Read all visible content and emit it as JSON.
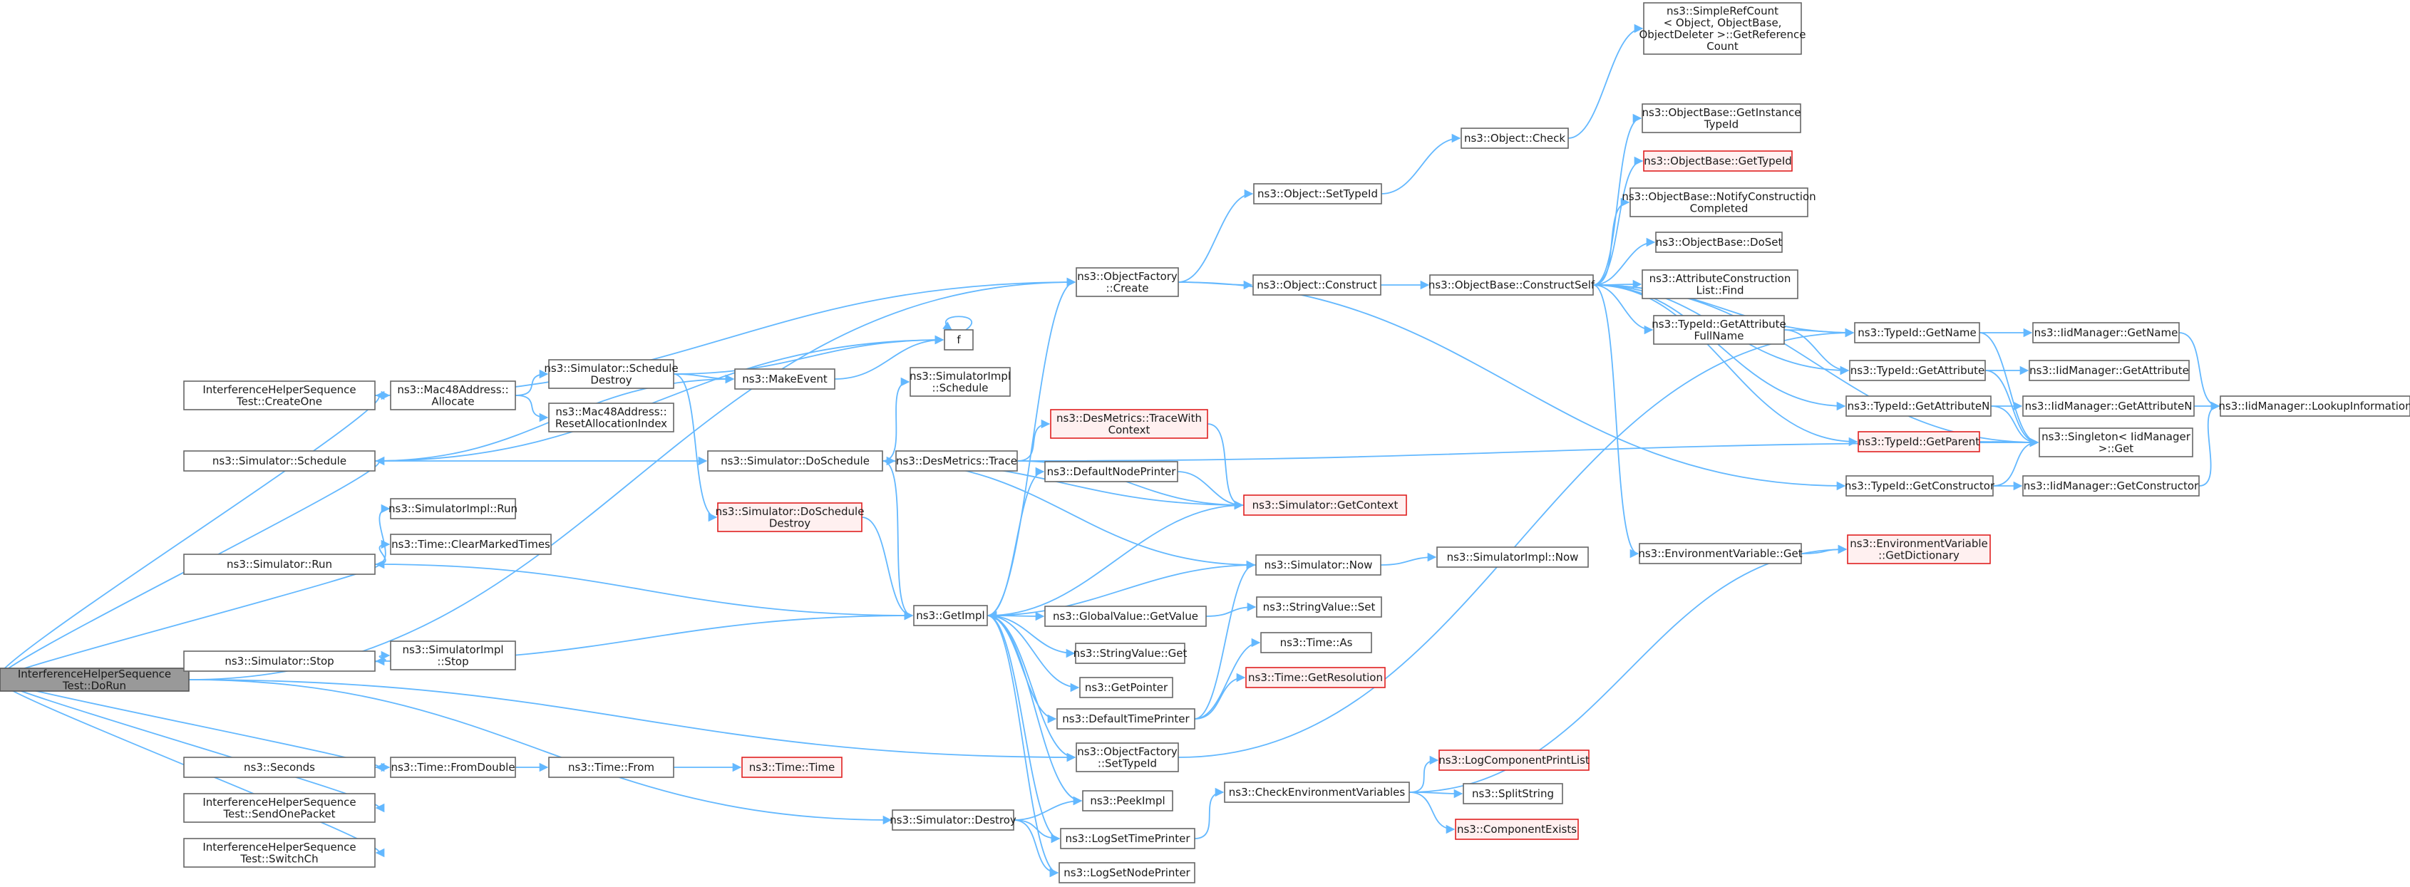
{
  "nodes": [
    {
      "id": "root",
      "lines": [
        "InterferenceHelperSequence",
        "Test::DoRun"
      ],
      "style": "root"
    },
    {
      "id": "createone",
      "lines": [
        "InterferenceHelperSequence",
        "Test::CreateOne"
      ]
    },
    {
      "id": "sim_schedule",
      "lines": [
        "ns3::Simulator::Schedule"
      ]
    },
    {
      "id": "sim_run",
      "lines": [
        "ns3::Simulator::Run"
      ]
    },
    {
      "id": "sim_stop",
      "lines": [
        "ns3::Simulator::Stop"
      ]
    },
    {
      "id": "seconds",
      "lines": [
        "ns3::Seconds"
      ]
    },
    {
      "id": "sendone",
      "lines": [
        "InterferenceHelperSequence",
        "Test::SendOnePacket"
      ]
    },
    {
      "id": "switchch",
      "lines": [
        "InterferenceHelperSequence",
        "Test::SwitchCh"
      ]
    },
    {
      "id": "mac_alloc",
      "lines": [
        "ns3::Mac48Address::",
        "Allocate"
      ]
    },
    {
      "id": "simimpl_run",
      "lines": [
        "ns3::SimulatorImpl::Run"
      ]
    },
    {
      "id": "clearmarked",
      "lines": [
        "ns3::Time::ClearMarkedTimes"
      ]
    },
    {
      "id": "simimpl_stop",
      "lines": [
        "ns3::SimulatorImpl",
        "::Stop"
      ]
    },
    {
      "id": "fromdouble",
      "lines": [
        "ns3::Time::FromDouble"
      ]
    },
    {
      "id": "sched_destroy",
      "lines": [
        "ns3::Simulator::Schedule",
        "Destroy"
      ]
    },
    {
      "id": "mac_reset",
      "lines": [
        "ns3::Mac48Address::",
        "ResetAllocationIndex"
      ]
    },
    {
      "id": "time_from",
      "lines": [
        "ns3::Time::From"
      ]
    },
    {
      "id": "makeevent",
      "lines": [
        "ns3::MakeEvent"
      ]
    },
    {
      "id": "doschedule",
      "lines": [
        "ns3::Simulator::DoSchedule"
      ]
    },
    {
      "id": "doschedule_destroy",
      "lines": [
        "ns3::Simulator::DoSchedule",
        "Destroy"
      ],
      "style": "red"
    },
    {
      "id": "getimpl",
      "lines": [
        "ns3::GetImpl"
      ]
    },
    {
      "id": "time_time",
      "lines": [
        "ns3::Time::Time"
      ],
      "style": "red"
    },
    {
      "id": "sim_destroy",
      "lines": [
        "ns3::Simulator::Destroy"
      ]
    },
    {
      "id": "f",
      "lines": [
        "f"
      ]
    },
    {
      "id": "simimpl_schedule",
      "lines": [
        "ns3::SimulatorImpl",
        "::Schedule"
      ]
    },
    {
      "id": "desmetrics_trace",
      "lines": [
        "ns3::DesMetrics::Trace"
      ]
    },
    {
      "id": "objfactory_create",
      "lines": [
        "ns3::ObjectFactory",
        "::Create"
      ]
    },
    {
      "id": "tracewithcontext",
      "lines": [
        "ns3::DesMetrics::TraceWith",
        "Context"
      ],
      "style": "red"
    },
    {
      "id": "defaultnodeprinter",
      "lines": [
        "ns3::DefaultNodePrinter"
      ]
    },
    {
      "id": "getcontext",
      "lines": [
        "ns3::Simulator::GetContext"
      ],
      "style": "red"
    },
    {
      "id": "globalvalue_get",
      "lines": [
        "ns3::GlobalValue::GetValue"
      ]
    },
    {
      "id": "stringvalue_get",
      "lines": [
        "ns3::StringValue::Get"
      ]
    },
    {
      "id": "getpointer",
      "lines": [
        "ns3::GetPointer"
      ]
    },
    {
      "id": "defaulttimeprinter",
      "lines": [
        "ns3::DefaultTimePrinter"
      ]
    },
    {
      "id": "objfactory_settypeid",
      "lines": [
        "ns3::ObjectFactory",
        "::SetTypeId"
      ]
    },
    {
      "id": "peekimpl",
      "lines": [
        "ns3::PeekImpl"
      ]
    },
    {
      "id": "logsettimeprinter",
      "lines": [
        "ns3::LogSetTimePrinter"
      ]
    },
    {
      "id": "logsetnodeprinter",
      "lines": [
        "ns3::LogSetNodePrinter"
      ]
    },
    {
      "id": "object_settypeid",
      "lines": [
        "ns3::Object::SetTypeId"
      ]
    },
    {
      "id": "object_construct",
      "lines": [
        "ns3::Object::Construct"
      ]
    },
    {
      "id": "sim_now",
      "lines": [
        "ns3::Simulator::Now"
      ]
    },
    {
      "id": "stringvalue_set",
      "lines": [
        "ns3::StringValue::Set"
      ]
    },
    {
      "id": "time_as",
      "lines": [
        "ns3::Time::As"
      ]
    },
    {
      "id": "time_getres",
      "lines": [
        "ns3::Time::GetResolution"
      ],
      "style": "red"
    },
    {
      "id": "checkenv",
      "lines": [
        "ns3::CheckEnvironmentVariables"
      ]
    },
    {
      "id": "object_check",
      "lines": [
        "ns3::Object::Check"
      ]
    },
    {
      "id": "constructself",
      "lines": [
        "ns3::ObjectBase::ConstructSelf"
      ]
    },
    {
      "id": "simimpl_now",
      "lines": [
        "ns3::SimulatorImpl::Now"
      ]
    },
    {
      "id": "logcompprint",
      "lines": [
        "ns3::LogComponentPrintList"
      ],
      "style": "red"
    },
    {
      "id": "splitstring",
      "lines": [
        "ns3::SplitString"
      ]
    },
    {
      "id": "compexists",
      "lines": [
        "ns3::ComponentExists"
      ],
      "style": "red"
    },
    {
      "id": "simplerefcount",
      "lines": [
        "ns3::SimpleRefCount",
        "< Object, ObjectBase,",
        "ObjectDeleter >::GetReference",
        "Count"
      ]
    },
    {
      "id": "getinstancetypeid",
      "lines": [
        "ns3::ObjectBase::GetInstance",
        "TypeId"
      ]
    },
    {
      "id": "objbase_gettypeid",
      "lines": [
        "ns3::ObjectBase::GetTypeId"
      ],
      "style": "red"
    },
    {
      "id": "notifyconstruction",
      "lines": [
        "ns3::ObjectBase::NotifyConstruction",
        "Completed"
      ]
    },
    {
      "id": "objbase_doset",
      "lines": [
        "ns3::ObjectBase::DoSet"
      ]
    },
    {
      "id": "attrconstruction_find",
      "lines": [
        "ns3::AttributeConstruction",
        "List::Find"
      ]
    },
    {
      "id": "getattrfullname",
      "lines": [
        "ns3::TypeId::GetAttribute",
        "FullName"
      ]
    },
    {
      "id": "envvar_get",
      "lines": [
        "ns3::EnvironmentVariable::Get"
      ]
    },
    {
      "id": "typeid_getname",
      "lines": [
        "ns3::TypeId::GetName"
      ]
    },
    {
      "id": "typeid_getattribute",
      "lines": [
        "ns3::TypeId::GetAttribute"
      ]
    },
    {
      "id": "typeid_getattributen",
      "lines": [
        "ns3::TypeId::GetAttributeN"
      ]
    },
    {
      "id": "typeid_getparent",
      "lines": [
        "ns3::TypeId::GetParent"
      ],
      "style": "red"
    },
    {
      "id": "typeid_getconstructor",
      "lines": [
        "ns3::TypeId::GetConstructor"
      ]
    },
    {
      "id": "envvar_getdict",
      "lines": [
        "ns3::EnvironmentVariable",
        "::GetDictionary"
      ],
      "style": "red"
    },
    {
      "id": "iid_getname",
      "lines": [
        "ns3::IidManager::GetName"
      ]
    },
    {
      "id": "iid_getattribute",
      "lines": [
        "ns3::IidManager::GetAttribute"
      ]
    },
    {
      "id": "iid_getattributen",
      "lines": [
        "ns3::IidManager::GetAttributeN"
      ]
    },
    {
      "id": "singleton_get",
      "lines": [
        "ns3::Singleton< IidManager",
        ">::Get"
      ]
    },
    {
      "id": "iid_getconstructor",
      "lines": [
        "ns3::IidManager::GetConstructor"
      ]
    },
    {
      "id": "iid_lookup",
      "lines": [
        "ns3::IidManager::LookupInformation"
      ]
    }
  ],
  "edges": [
    [
      "root",
      "createone"
    ],
    [
      "root",
      "sim_schedule"
    ],
    [
      "root",
      "sim_run"
    ],
    [
      "root",
      "sim_stop"
    ],
    [
      "root",
      "seconds"
    ],
    [
      "root",
      "sendone"
    ],
    [
      "root",
      "switchch"
    ],
    [
      "root",
      "objfactory_create"
    ],
    [
      "root",
      "objfactory_settypeid"
    ],
    [
      "root",
      "sim_destroy"
    ],
    [
      "createone",
      "mac_alloc"
    ],
    [
      "createone",
      "objfactory_create"
    ],
    [
      "mac_alloc",
      "sched_destroy"
    ],
    [
      "mac_alloc",
      "mac_reset"
    ],
    [
      "sched_destroy",
      "makeevent"
    ],
    [
      "sched_destroy",
      "f"
    ],
    [
      "sched_destroy",
      "doschedule_destroy"
    ],
    [
      "sim_schedule",
      "makeevent"
    ],
    [
      "sim_schedule",
      "f"
    ],
    [
      "sim_schedule",
      "doschedule"
    ],
    [
      "makeevent",
      "f"
    ],
    [
      "f",
      "f"
    ],
    [
      "sim_run",
      "simimpl_run"
    ],
    [
      "sim_run",
      "clearmarked"
    ],
    [
      "sim_run",
      "getimpl"
    ],
    [
      "sim_stop",
      "simimpl_stop"
    ],
    [
      "sim_stop",
      "getimpl"
    ],
    [
      "seconds",
      "fromdouble"
    ],
    [
      "fromdouble",
      "time_from"
    ],
    [
      "time_from",
      "time_time"
    ],
    [
      "doschedule",
      "simimpl_schedule"
    ],
    [
      "doschedule",
      "desmetrics_trace"
    ],
    [
      "doschedule",
      "getimpl"
    ],
    [
      "doschedule",
      "sim_now"
    ],
    [
      "doschedule",
      "getcontext"
    ],
    [
      "doschedule_destroy",
      "getimpl"
    ],
    [
      "desmetrics_trace",
      "tracewithcontext"
    ],
    [
      "desmetrics_trace",
      "getcontext"
    ],
    [
      "desmetrics_trace",
      "singleton_get"
    ],
    [
      "tracewithcontext",
      "getcontext"
    ],
    [
      "defaultnodeprinter",
      "getcontext"
    ],
    [
      "getcontext",
      "getimpl"
    ],
    [
      "getimpl",
      "objfactory_create"
    ],
    [
      "getimpl",
      "defaultnodeprinter"
    ],
    [
      "getimpl",
      "globalvalue_get"
    ],
    [
      "getimpl",
      "stringvalue_get"
    ],
    [
      "getimpl",
      "getpointer"
    ],
    [
      "getimpl",
      "defaulttimeprinter"
    ],
    [
      "getimpl",
      "objfactory_settypeid"
    ],
    [
      "getimpl",
      "peekimpl"
    ],
    [
      "getimpl",
      "logsettimeprinter"
    ],
    [
      "getimpl",
      "logsetnodeprinter"
    ],
    [
      "globalvalue_get",
      "stringvalue_set"
    ],
    [
      "sim_now",
      "simimpl_now"
    ],
    [
      "sim_now",
      "getimpl"
    ],
    [
      "defaulttimeprinter",
      "sim_now"
    ],
    [
      "defaulttimeprinter",
      "time_as"
    ],
    [
      "defaulttimeprinter",
      "time_getres"
    ],
    [
      "sim_destroy",
      "peekimpl"
    ],
    [
      "sim_destroy",
      "logsettimeprinter"
    ],
    [
      "sim_destroy",
      "logsetnodeprinter"
    ],
    [
      "logsettimeprinter",
      "checkenv"
    ],
    [
      "checkenv",
      "logcompprint"
    ],
    [
      "checkenv",
      "splitstring"
    ],
    [
      "checkenv",
      "compexists"
    ],
    [
      "checkenv",
      "envvar_getdict"
    ],
    [
      "objfactory_create",
      "object_settypeid"
    ],
    [
      "objfactory_create",
      "object_construct"
    ],
    [
      "objfactory_create",
      "typeid_getconstructor"
    ],
    [
      "object_settypeid",
      "object_check"
    ],
    [
      "object_check",
      "simplerefcount"
    ],
    [
      "object_construct",
      "constructself"
    ],
    [
      "constructself",
      "getinstancetypeid"
    ],
    [
      "constructself",
      "objbase_gettypeid"
    ],
    [
      "constructself",
      "notifyconstruction"
    ],
    [
      "constructself",
      "objbase_doset"
    ],
    [
      "constructself",
      "attrconstruction_find"
    ],
    [
      "constructself",
      "getattrfullname"
    ],
    [
      "constructself",
      "typeid_getname"
    ],
    [
      "constructself",
      "typeid_getattribute"
    ],
    [
      "constructself",
      "typeid_getattributen"
    ],
    [
      "constructself",
      "typeid_getparent"
    ],
    [
      "constructself",
      "envvar_get"
    ],
    [
      "constructself",
      "singleton_get"
    ],
    [
      "getattrfullname",
      "typeid_getname"
    ],
    [
      "getattrfullname",
      "typeid_getattribute"
    ],
    [
      "objfactory_settypeid",
      "typeid_getname"
    ],
    [
      "envvar_get",
      "envvar_getdict"
    ],
    [
      "typeid_getname",
      "iid_getname"
    ],
    [
      "typeid_getname",
      "singleton_get"
    ],
    [
      "typeid_getattribute",
      "iid_getattribute"
    ],
    [
      "typeid_getattribute",
      "singleton_get"
    ],
    [
      "typeid_getattributen",
      "iid_getattributen"
    ],
    [
      "typeid_getattributen",
      "singleton_get"
    ],
    [
      "typeid_getparent",
      "singleton_get"
    ],
    [
      "typeid_getconstructor",
      "iid_getconstructor"
    ],
    [
      "typeid_getconstructor",
      "singleton_get"
    ],
    [
      "iid_getname",
      "iid_lookup"
    ],
    [
      "iid_getattributen",
      "iid_lookup"
    ],
    [
      "iid_getconstructor",
      "iid_lookup"
    ]
  ],
  "colors": {
    "edge": "#63b8ff",
    "node_border": "#666666",
    "root_fill": "#999999",
    "red_border": "#e02020",
    "red_fill": "#fff0f0"
  }
}
